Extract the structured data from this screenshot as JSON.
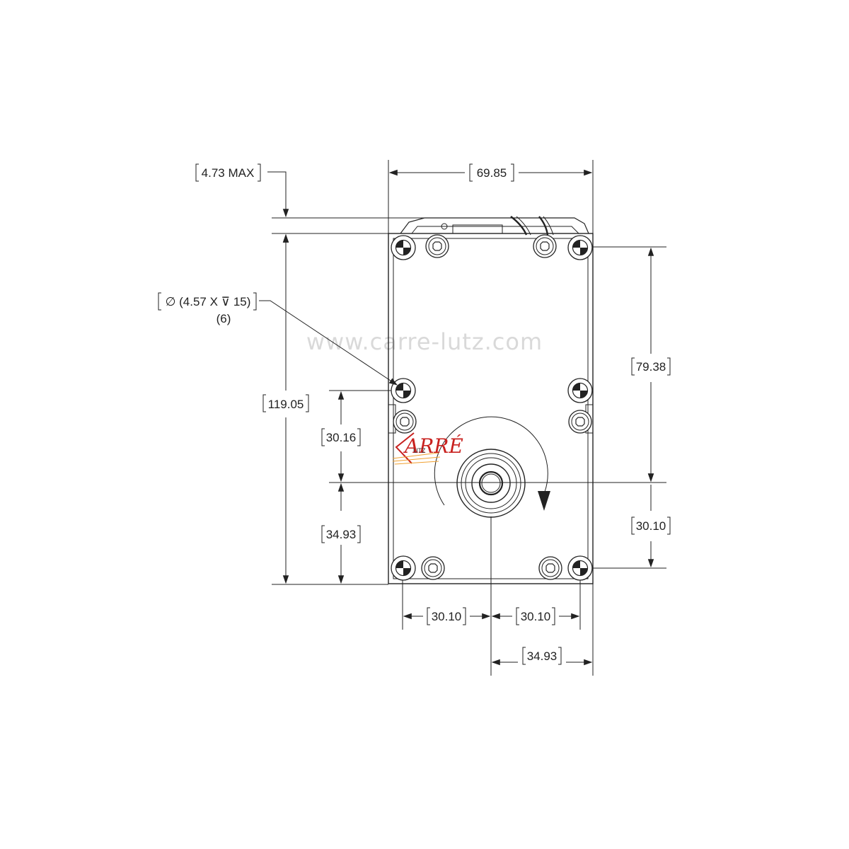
{
  "title": "",
  "watermark": "www.carre-lutz.com",
  "logo": {
    "line1": "ARRÉ",
    "line2": "UTZ"
  },
  "dimensions": {
    "max_top": "4.73 MAX",
    "width_overall": "69.85",
    "height_overall": "119.05",
    "hole_spec": "∅ (4.57 X ⊽ 15)",
    "hole_count": "(6)",
    "right_upper": "79.38",
    "left_upper": "30.16",
    "left_lower": "34.93",
    "right_lower": "30.10",
    "bottom_left": "30.10",
    "bottom_right": "30.10",
    "bottom_offset": "34.93"
  },
  "colors": {
    "line": "#222222",
    "watermark": "#d9d9d9",
    "logo_accent": "#c8211f",
    "logo_flare": "#f0a030"
  }
}
